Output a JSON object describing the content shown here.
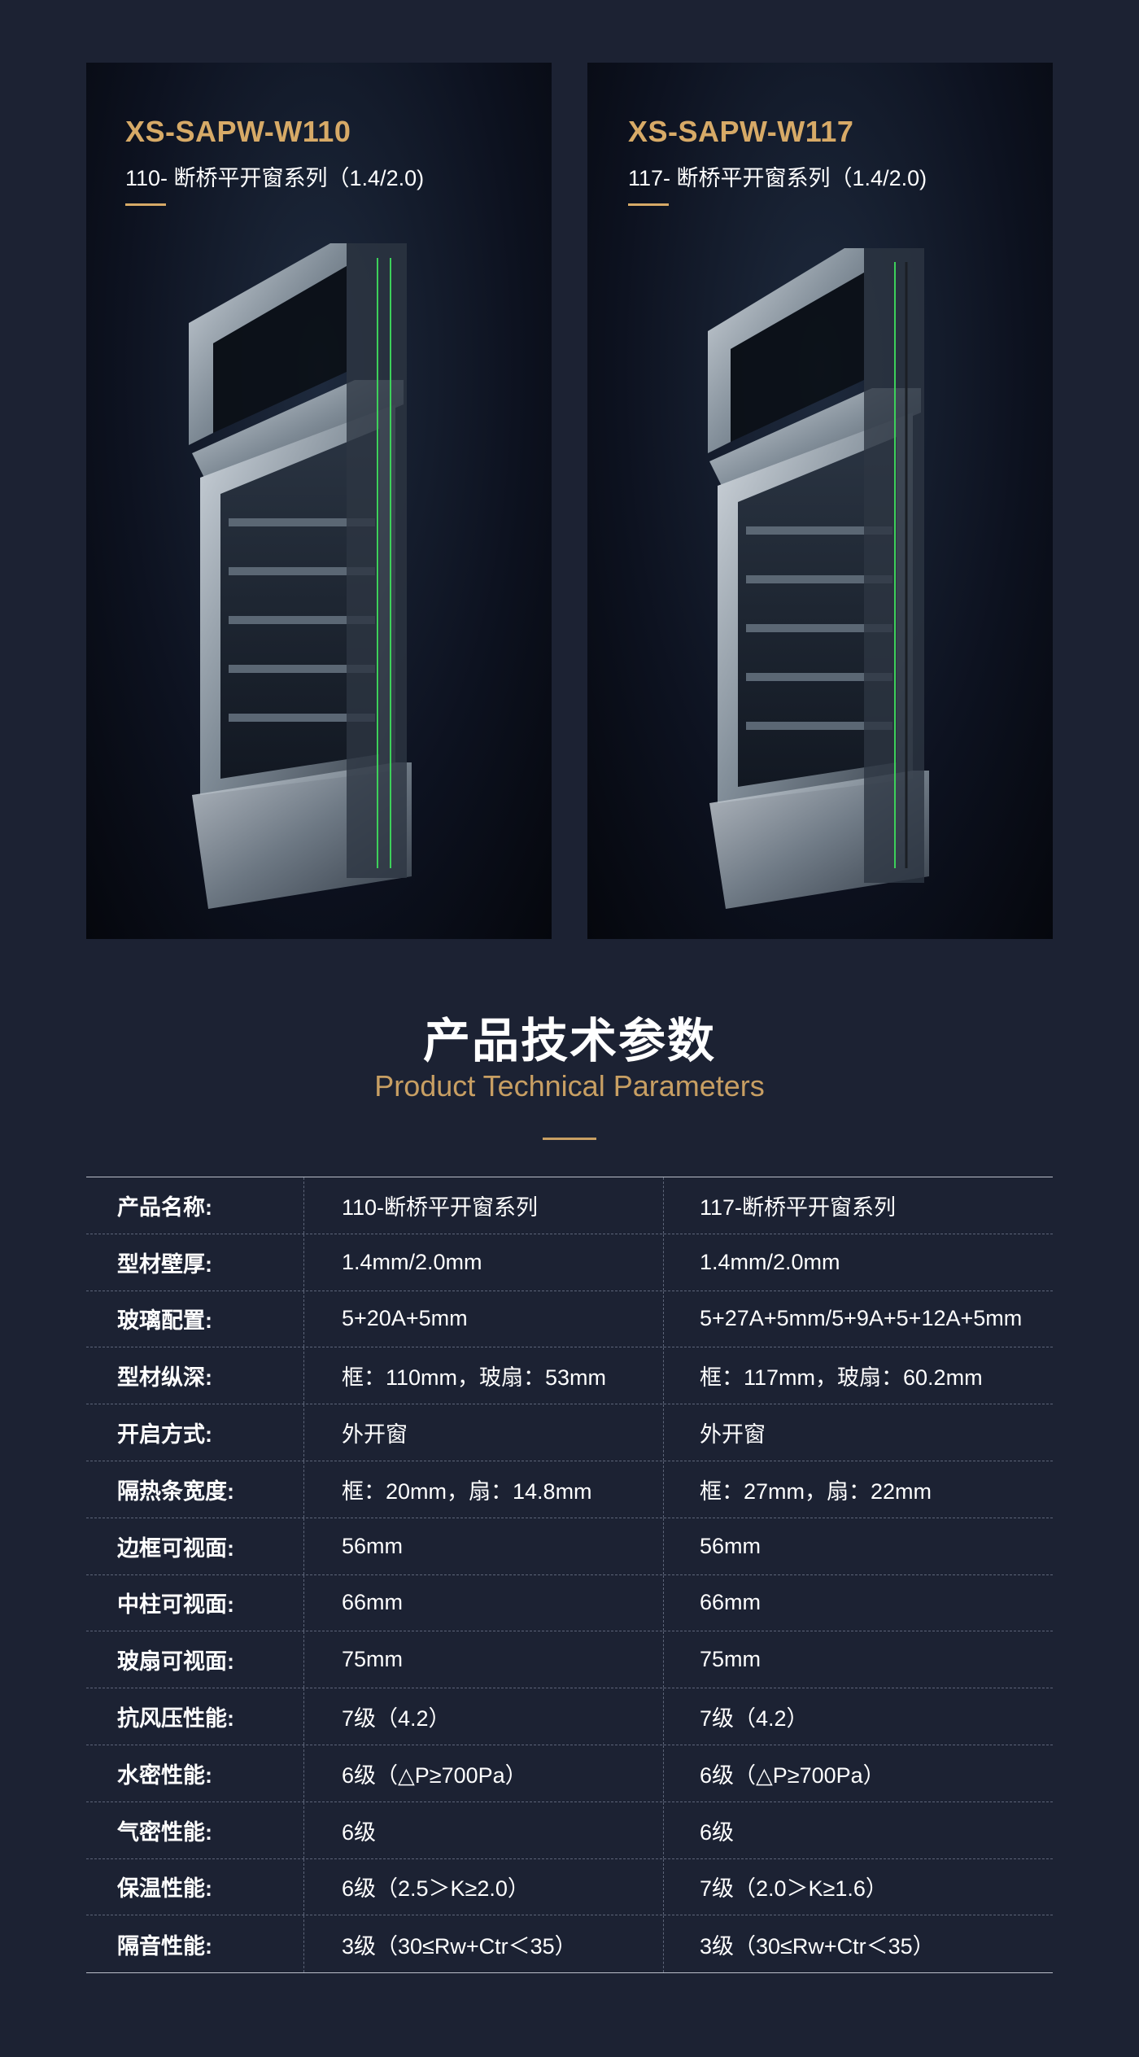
{
  "products": [
    {
      "model": "XS-SAPW-W110",
      "series": "110- 断桥平开窗系列（1.4/2.0)"
    },
    {
      "model": "XS-SAPW-W117",
      "series": "117- 断桥平开窗系列（1.4/2.0)"
    }
  ],
  "section": {
    "title_cn": "产品技术参数",
    "title_en": "Product Technical Parameters"
  },
  "table": {
    "rows": [
      {
        "label": "产品名称:",
        "v1": "110-断桥平开窗系列",
        "v2": "117-断桥平开窗系列"
      },
      {
        "label": "型材壁厚:",
        "v1": "1.4mm/2.0mm",
        "v2": "1.4mm/2.0mm"
      },
      {
        "label": "玻璃配置:",
        "v1": "5+20A+5mm",
        "v2": "5+27A+5mm/5+9A+5+12A+5mm"
      },
      {
        "label": "型材纵深:",
        "v1": "框：110mm，玻扇：53mm",
        "v2": "框：117mm，玻扇：60.2mm"
      },
      {
        "label": "开启方式:",
        "v1": "外开窗",
        "v2": "外开窗"
      },
      {
        "label": "隔热条宽度:",
        "v1": "框：20mm，扇：14.8mm",
        "v2": "框：27mm，扇：22mm"
      },
      {
        "label": "边框可视面:",
        "v1": "56mm",
        "v2": "56mm"
      },
      {
        "label": "中柱可视面:",
        "v1": "66mm",
        "v2": "66mm"
      },
      {
        "label": "玻扇可视面:",
        "v1": "75mm",
        "v2": "75mm"
      },
      {
        "label": "抗风压性能:",
        "v1": "7级（4.2）",
        "v2": "7级（4.2）"
      },
      {
        "label": "水密性能:",
        "v1": "6级（△P≥700Pa）",
        "v2": "6级（△P≥700Pa）"
      },
      {
        "label": "气密性能:",
        "v1": "6级",
        "v2": "6级"
      },
      {
        "label": "保温性能:",
        "v1": "6级（2.5＞K≥2.0）",
        "v2": "7级（2.0＞K≥1.6）"
      },
      {
        "label": "隔音性能:",
        "v1": "3级（30≤Rw+Ctr＜35）",
        "v2": "3级（30≤Rw+Ctr＜35）"
      }
    ]
  }
}
